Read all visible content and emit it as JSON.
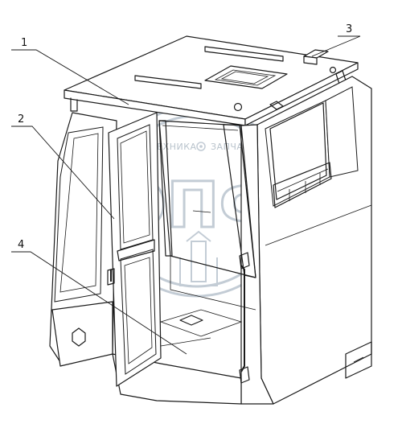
{
  "callouts": [
    {
      "id": "1",
      "label": "1"
    },
    {
      "id": "2",
      "label": "2"
    },
    {
      "id": "3",
      "label": "3"
    },
    {
      "id": "4",
      "label": "4"
    }
  ],
  "watermark": {
    "top_text_left": "ТЕХНИКА",
    "top_text_right": "ЗАПЧАСТИ",
    "letters": "ЭПФ"
  },
  "colors": {
    "line": "#1a1a1a",
    "watermark": "#c3ccd5",
    "background": "#ffffff"
  }
}
